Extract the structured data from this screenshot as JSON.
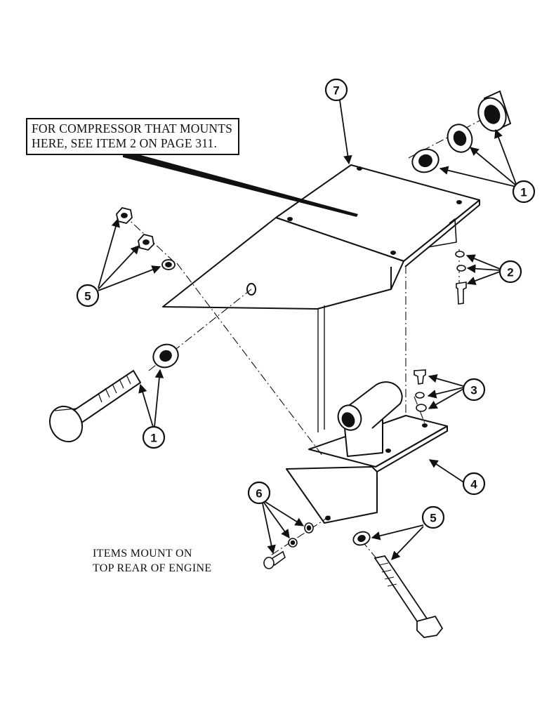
{
  "callout": {
    "line1": "FOR COMPRESSOR THAT MOUNTS",
    "line2": "HERE, SEE ITEM 2  ON PAGE 311."
  },
  "note": {
    "line1": "ITEMS MOUNT ON",
    "line2": "TOP REAR OF ENGINE"
  },
  "items": {
    "item1_upper": "1",
    "item1_lower": "1",
    "item2": "2",
    "item3": "3",
    "item4": "4",
    "item5_left": "5",
    "item5_right": "5",
    "item6": "6",
    "item7": "7"
  }
}
